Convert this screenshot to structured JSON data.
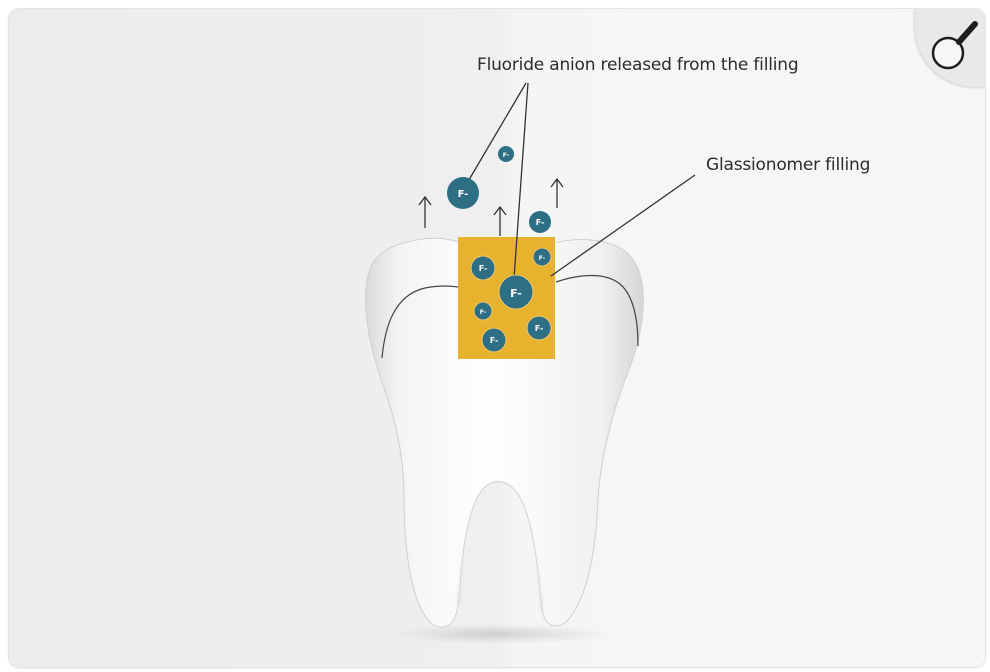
{
  "labels": {
    "fluoride": "Fluoride anion released from the filling",
    "filling": "Glassionomer filling"
  },
  "ion_text": "F-",
  "icons": {
    "zoom": "magnifier-icon"
  },
  "colors": {
    "filling": "#e7b22d",
    "ion": "#2f6f86",
    "tooth": "#f2f2f2",
    "background": "#efefef"
  }
}
